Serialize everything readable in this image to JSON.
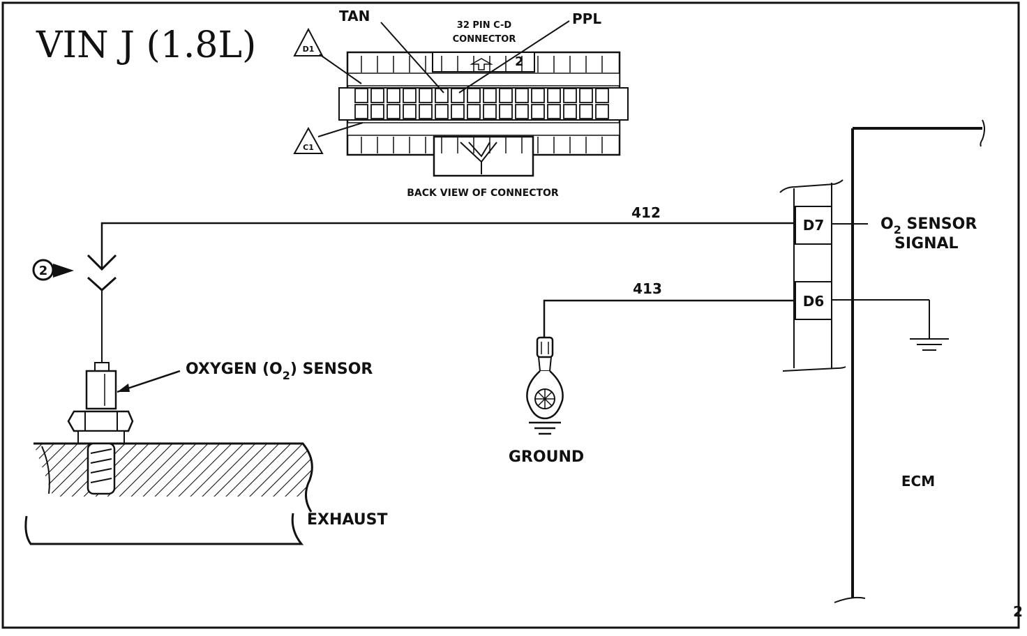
{
  "title": "VIN J (1.8L)",
  "connector": {
    "pin_label": "32 PIN C-D",
    "connector_label": "CONNECTOR",
    "back_view_label": "BACK VIEW OF CONNECTOR",
    "tan_label": "TAN",
    "ppl_label": "PPL",
    "d1_label": "D1",
    "c1_label": "C1",
    "mark_label": "2"
  },
  "circuits": {
    "wire_412": "412",
    "wire_413": "413"
  },
  "ecm": {
    "label": "ECM",
    "pin_d7": "D7",
    "pin_d6": "D6",
    "signal_line1_a": "O",
    "signal_line1_sub": "2",
    "signal_line1_b": " SENSOR",
    "signal_line2": "SIGNAL"
  },
  "sensor": {
    "label_a": "OXYGEN (O",
    "label_sub": "2",
    "label_b": ") SENSOR",
    "callout_number": "2"
  },
  "ground": {
    "label": "GROUND"
  },
  "exhaust": {
    "label": "EXHAUST"
  },
  "corner_mark": "2",
  "colors": {
    "ink": "#111111",
    "paper": "#ffffff"
  }
}
